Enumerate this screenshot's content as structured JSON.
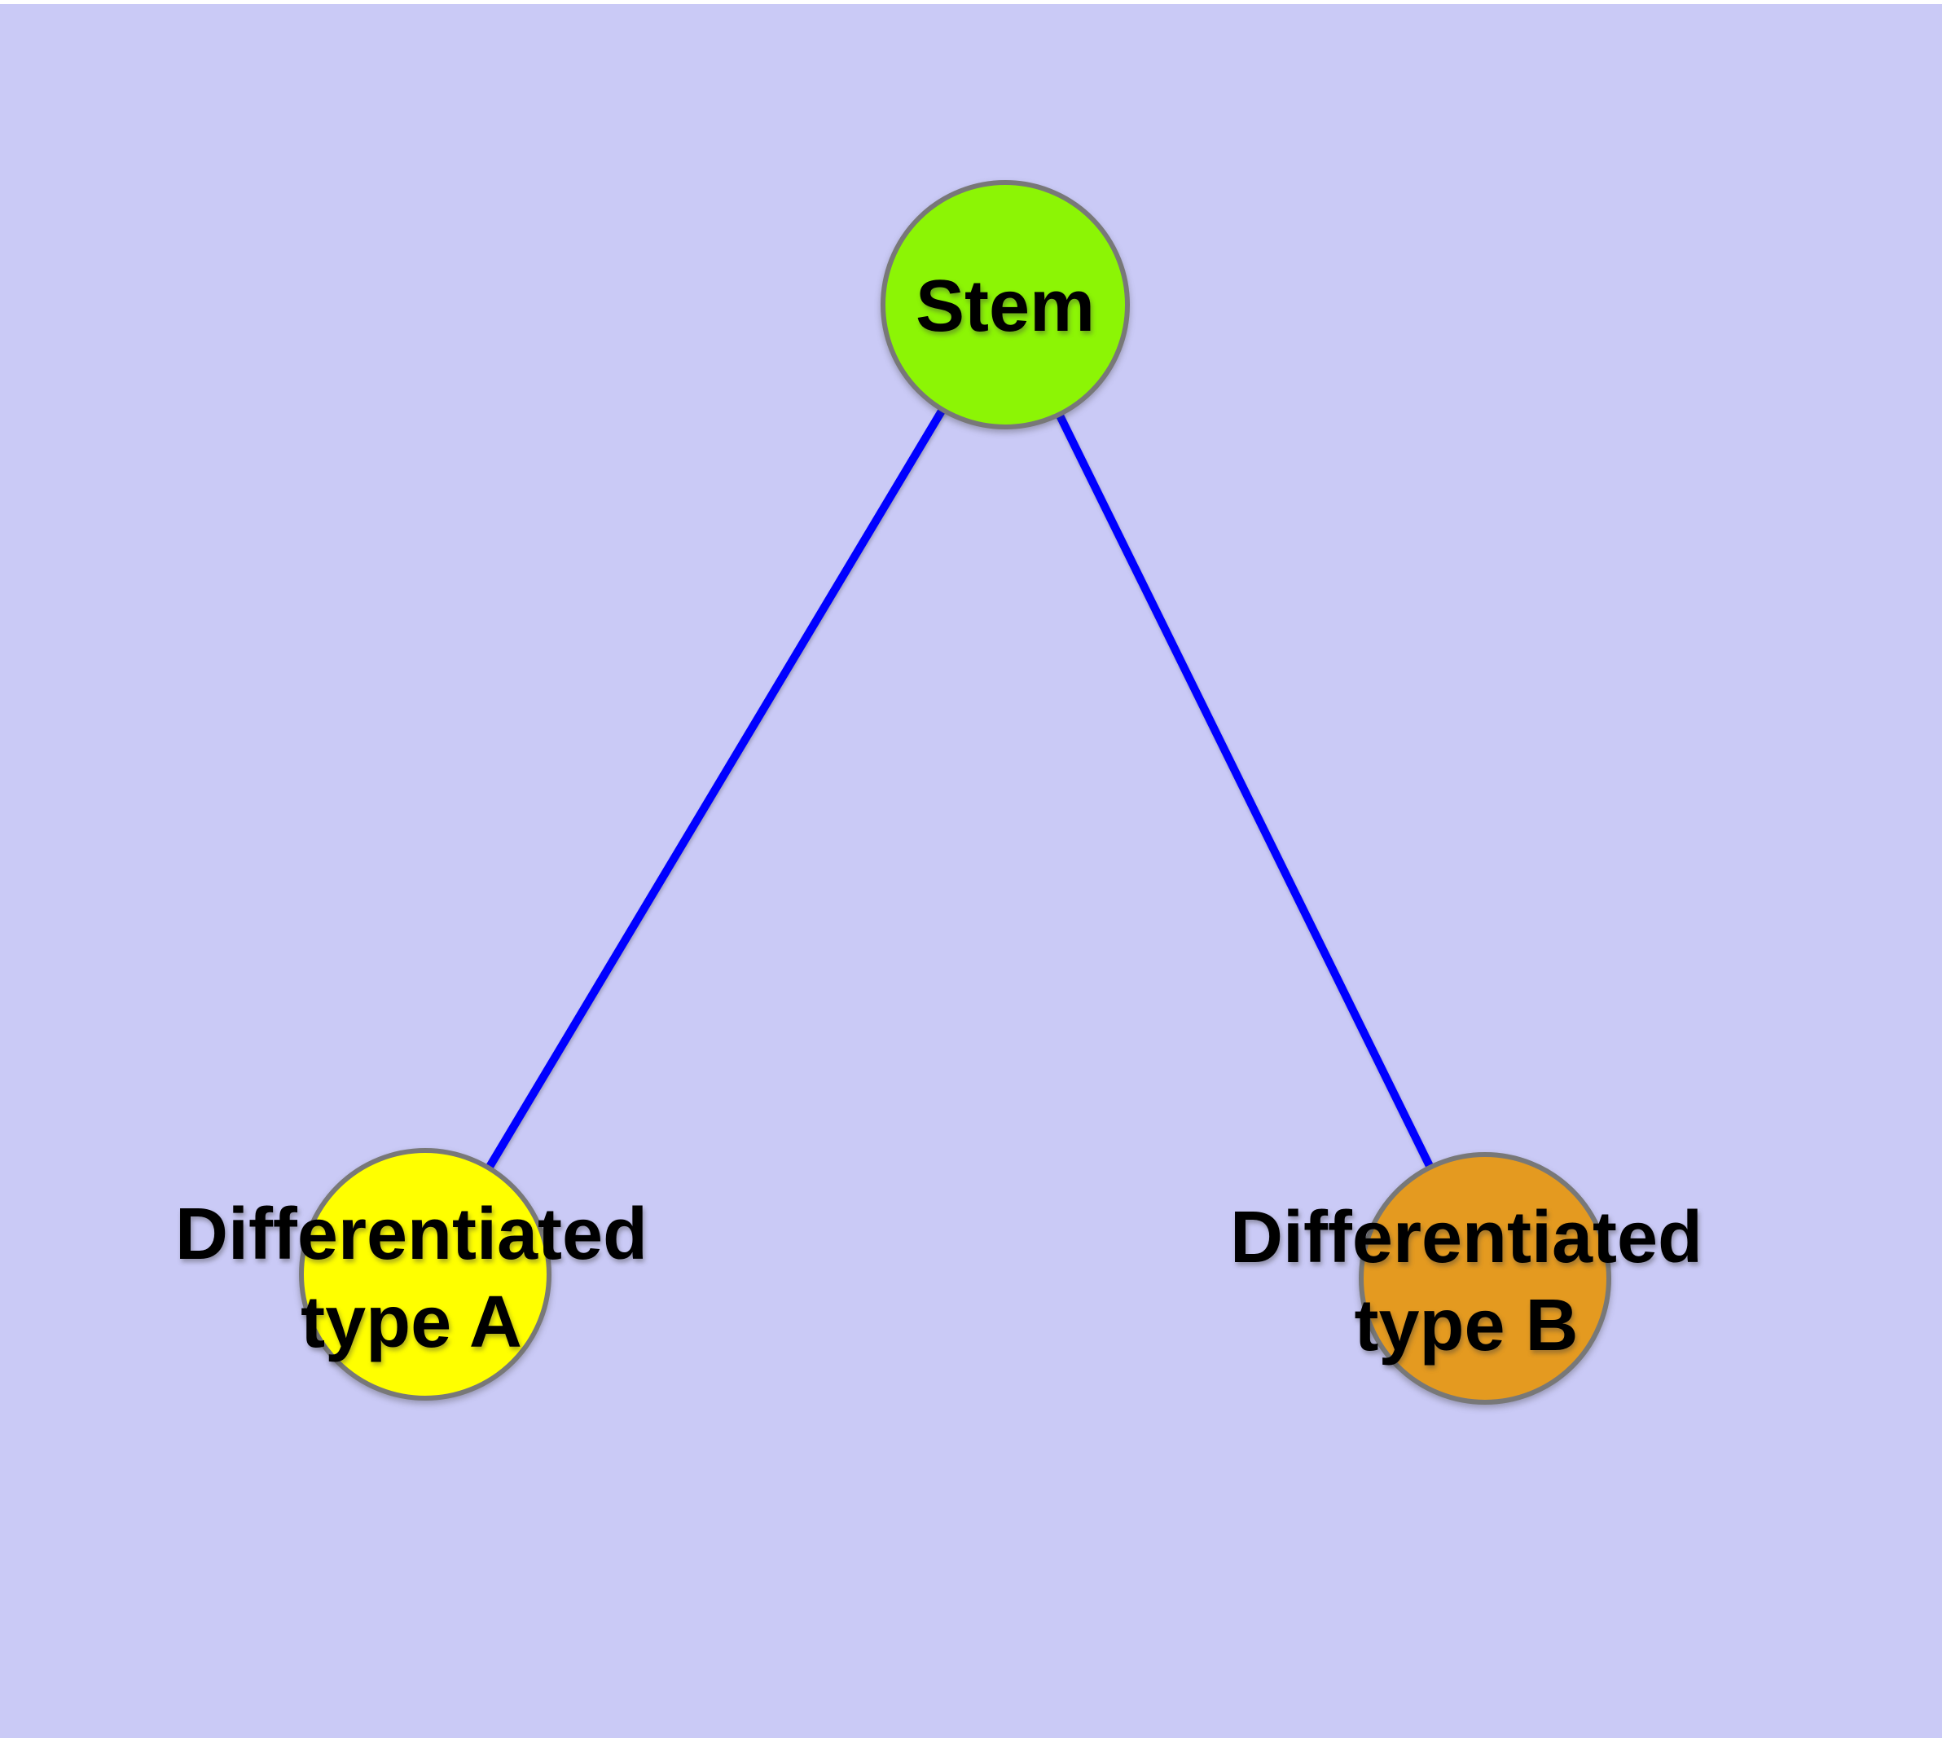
{
  "canvas": {
    "background_color": "#cacaf6",
    "margin_color": "#ffffff"
  },
  "styles": {
    "edge_color": "#0000ff",
    "node_border_color": "#787878",
    "label_color": "#000000"
  },
  "nodes": {
    "stem": {
      "label": "Stem",
      "fill": "#8cf505"
    },
    "type_a": {
      "label_line1": "Differentiated",
      "label_line2": "type A",
      "fill": "#ffff00"
    },
    "type_b": {
      "label_line1": "Differentiated",
      "label_line2": "type B",
      "fill": "#e49a20"
    }
  },
  "edges": [
    {
      "from": "stem",
      "to": "type_a"
    },
    {
      "from": "stem",
      "to": "type_b"
    }
  ]
}
